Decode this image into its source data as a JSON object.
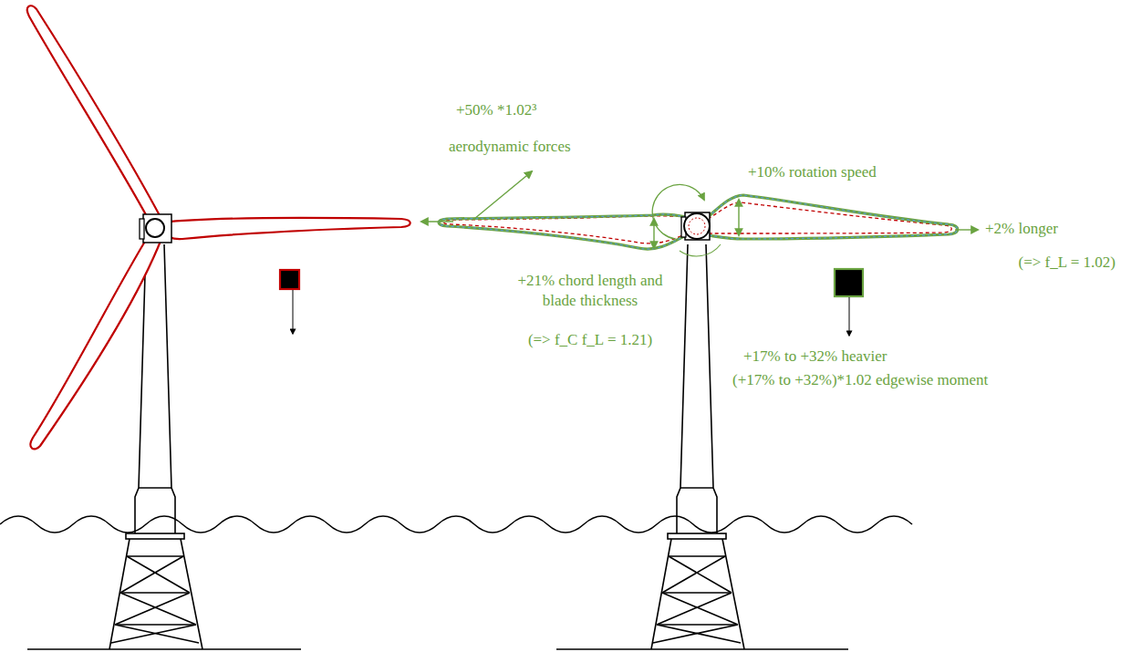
{
  "diagram": {
    "labels": [
      "+50% *1.02³",
      "aerodynamic forces",
      "+10% rotation speed",
      "+2% longer",
      "(=> f_L = 1.02)",
      "+21% chord length and blade thickness",
      "(=> f_C f_L = 1.21)",
      "+17% to +32% heavier",
      "(+17% to +32%)*1.02 edgewise moment"
    ]
  }
}
